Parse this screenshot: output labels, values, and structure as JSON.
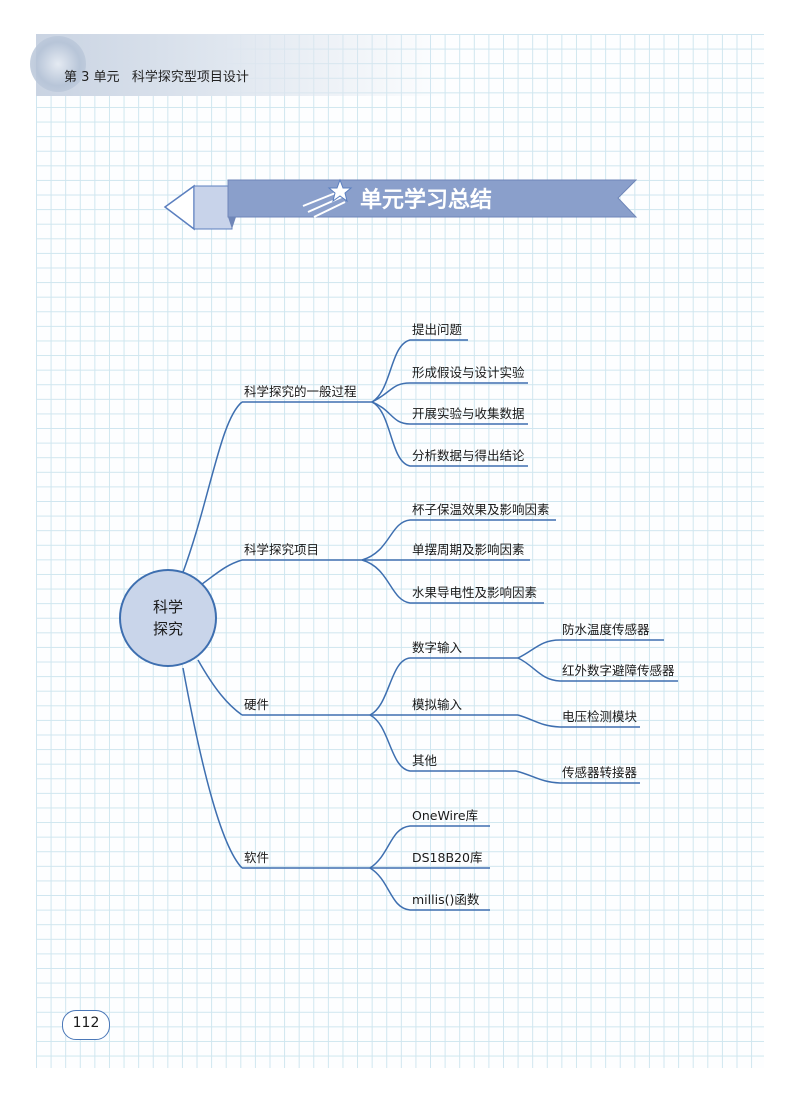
{
  "header": {
    "unit_title": "第 3 单元   科学探究型项目设计"
  },
  "banner": {
    "title": "单元学习总结"
  },
  "mindmap": {
    "root": {
      "line1": "科学",
      "line2": "探究"
    },
    "branches": [
      {
        "label": "科学探究的一般过程",
        "children": [
          "提出问题",
          "形成假设与设计实验",
          "开展实验与收集数据",
          "分析数据与得出结论"
        ]
      },
      {
        "label": "科学探究项目",
        "children": [
          "杯子保温效果及影响因素",
          "单摆周期及影响因素",
          "水果导电性及影响因素"
        ]
      },
      {
        "label": "硬件",
        "children": [
          {
            "label": "数字输入",
            "children": [
              "防水温度传感器",
              "红外数字避障传感器"
            ]
          },
          {
            "label": "模拟输入",
            "children": [
              "电压检测模块"
            ]
          },
          {
            "label": "其他",
            "children": [
              "传感器转接器"
            ]
          }
        ]
      },
      {
        "label": "软件",
        "children": [
          "OneWire库",
          "DS18B20库",
          "millis()函数"
        ]
      }
    ]
  },
  "footer": {
    "page_number": "112"
  },
  "colors": {
    "line": "#3e6fb0",
    "node_fill": "#c9d5ea",
    "banner": "#8a9fcb"
  }
}
